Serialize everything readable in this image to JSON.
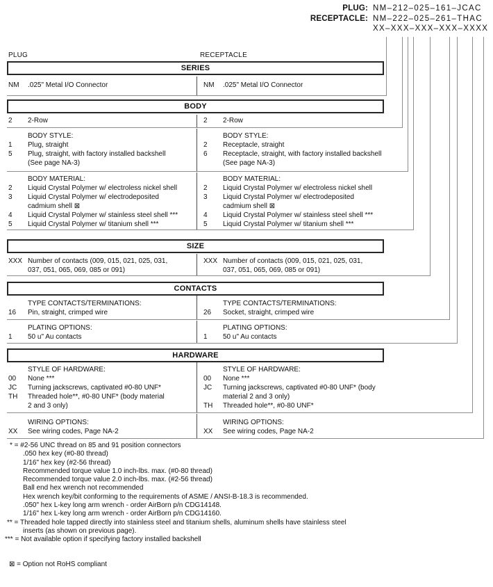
{
  "part_numbers": {
    "rows": [
      {
        "label": "PLUG:",
        "value": "NM–212–025–161–JCAC"
      },
      {
        "label": "RECEPTACLE:",
        "value": "NM–222–025–261–THAC"
      },
      {
        "label": "",
        "value": "XX–XXX–XXX–XXX–XXXX"
      }
    ]
  },
  "column_labels": {
    "left": "PLUG",
    "right": "RECEPTACLE"
  },
  "structure": [
    {
      "type": "header",
      "id": "series",
      "title": "SERIES"
    },
    {
      "type": "block",
      "id": "series-row",
      "left": {
        "rows": [
          {
            "code": "NM",
            "desc": ".025\" Metal I/O Connector"
          }
        ]
      },
      "right": {
        "rows": [
          {
            "code": "NM",
            "desc": ".025\" Metal I/O Connector"
          }
        ]
      }
    },
    {
      "type": "header",
      "id": "body",
      "title": "BODY"
    },
    {
      "type": "block",
      "id": "body-row",
      "left": {
        "rows": [
          {
            "code": "2",
            "desc": "2-Row"
          }
        ]
      },
      "right": {
        "rows": [
          {
            "code": "2",
            "desc": "2-Row"
          }
        ]
      }
    },
    {
      "type": "block",
      "id": "body-style",
      "left": {
        "heading": "BODY STYLE:",
        "rows": [
          {
            "code": "1",
            "desc": "Plug, straight"
          },
          {
            "code": "5",
            "desc": "Plug, straight, with factory installed backshell\n(See page NA-3)"
          }
        ]
      },
      "right": {
        "heading": "BODY STYLE:",
        "rows": [
          {
            "code": "2",
            "desc": "Receptacle, straight"
          },
          {
            "code": "6",
            "desc": "Receptacle, straight, with factory installed backshell\n(See page NA-3)"
          }
        ]
      }
    },
    {
      "type": "block",
      "id": "body-material",
      "left": {
        "heading": "BODY MATERIAL:",
        "rows": [
          {
            "code": "2",
            "desc": "Liquid Crystal Polymer w/ electroless nickel shell"
          },
          {
            "code": "3",
            "desc": "Liquid Crystal Polymer w/ electrodeposited\ncadmium shell  ⊠"
          },
          {
            "code": "4",
            "desc": "Liquid Crystal Polymer w/ stainless steel shell ***"
          },
          {
            "code": "5",
            "desc": "Liquid Crystal Polymer w/ titanium shell ***"
          }
        ]
      },
      "right": {
        "heading": "BODY MATERIAL:",
        "rows": [
          {
            "code": "2",
            "desc": "Liquid Crystal Polymer w/ electroless nickel shell"
          },
          {
            "code": "3",
            "desc": "Liquid Crystal Polymer w/ electrodeposited\ncadmium shell  ⊠"
          },
          {
            "code": "4",
            "desc": "Liquid Crystal Polymer w/ stainless steel shell ***"
          },
          {
            "code": "5",
            "desc": "Liquid Crystal Polymer w/ titanium shell ***"
          }
        ]
      }
    },
    {
      "type": "header",
      "id": "size",
      "title": "SIZE"
    },
    {
      "type": "block",
      "id": "size-row",
      "left": {
        "rows": [
          {
            "code": "XXX",
            "desc": "Number of contacts (009, 015, 021, 025, 031,\n037, 051, 065, 069, 085 or 091)"
          }
        ]
      },
      "right": {
        "rows": [
          {
            "code": "XXX",
            "desc": "Number of contacts (009, 015, 021, 025, 031,\n037, 051, 065, 069, 085 or 091)"
          }
        ]
      }
    },
    {
      "type": "header",
      "id": "contacts",
      "title": "CONTACTS"
    },
    {
      "type": "block",
      "id": "contacts-type",
      "left": {
        "heading": "TYPE CONTACTS/TERMINATIONS:",
        "rows": [
          {
            "code": "16",
            "desc": "Pin, straight, crimped wire"
          }
        ]
      },
      "right": {
        "heading": "TYPE CONTACTS/TERMINATIONS:",
        "rows": [
          {
            "code": "26",
            "desc": "Socket, straight, crimped wire"
          }
        ]
      }
    },
    {
      "type": "block",
      "id": "contacts-plating",
      "left": {
        "heading": "PLATING OPTIONS:",
        "rows": [
          {
            "code": "1",
            "desc": "50 u\" Au contacts"
          }
        ]
      },
      "right": {
        "heading": "PLATING OPTIONS:",
        "rows": [
          {
            "code": "1",
            "desc": "50 u\" Au contacts"
          }
        ]
      }
    },
    {
      "type": "header",
      "id": "hardware",
      "title": "HARDWARE"
    },
    {
      "type": "block",
      "id": "hardware-style",
      "left": {
        "heading": "STYLE OF HARDWARE:",
        "rows": [
          {
            "code": "00",
            "desc": "None ***"
          },
          {
            "code": "JC",
            "desc": "Turning jackscrews, captivated #0-80 UNF*"
          },
          {
            "code": "TH",
            "desc": "Threaded hole**, #0-80 UNF* (body material\n2 and 3 only)"
          }
        ]
      },
      "right": {
        "heading": "STYLE OF HARDWARE:",
        "rows": [
          {
            "code": "00",
            "desc": "None ***"
          },
          {
            "code": "JC",
            "desc": "Turning jackscrews, captivated #0-80 UNF* (body\nmaterial 2 and 3 only)"
          },
          {
            "code": "TH",
            "desc": "Threaded hole**, #0-80 UNF*"
          }
        ]
      }
    },
    {
      "type": "block",
      "id": "hardware-wiring",
      "left": {
        "heading": "WIRING OPTIONS:",
        "rows": [
          {
            "code": "XX",
            "desc": "See wiring codes, Page NA-2"
          }
        ]
      },
      "right": {
        "heading": "WIRING OPTIONS:",
        "rows": [
          {
            "code": "XX",
            "desc": "See wiring codes, Page NA-2"
          }
        ]
      }
    }
  ],
  "footnotes": [
    {
      "level": 0,
      "text": "* = #2-56 UNC thread on 85 and 91 position connectors"
    },
    {
      "level": 1,
      "text": ".050 hex key (#0-80 thread)"
    },
    {
      "level": 1,
      "text": "1/16\" hex key (#2-56 thread)"
    },
    {
      "level": 1,
      "text": "Recommended torque value 1.0 inch-lbs. max. (#0-80 thread)"
    },
    {
      "level": 1,
      "text": "Recommended torque value 2.0 inch-lbs. max. (#2-56 thread)"
    },
    {
      "level": 1,
      "text": "Ball end hex wrench not recommended"
    },
    {
      "level": 1,
      "text": "Hex wrench key/bit conforming to the requirements of ASME / ANSI-B-18.3 is recommended."
    },
    {
      "level": 1,
      "text": ".050\" hex L-key long arm wrench - order AirBorn p/n CDG14148."
    },
    {
      "level": 1,
      "text": "1/16\" hex L-key long arm wrench - order AirBorn p/n CDG14160."
    },
    {
      "level": 2,
      "text": "** = Threaded hole tapped directly into stainless steel and titanium shells, aluminum shells have stainless steel"
    },
    {
      "level": 1,
      "text": "inserts (as shown on previous page)."
    },
    {
      "level": 3,
      "text": "*** = Not available option if specifying factory installed backshell"
    }
  ],
  "rohs_note": "⊠ = Option not RoHS compliant"
}
